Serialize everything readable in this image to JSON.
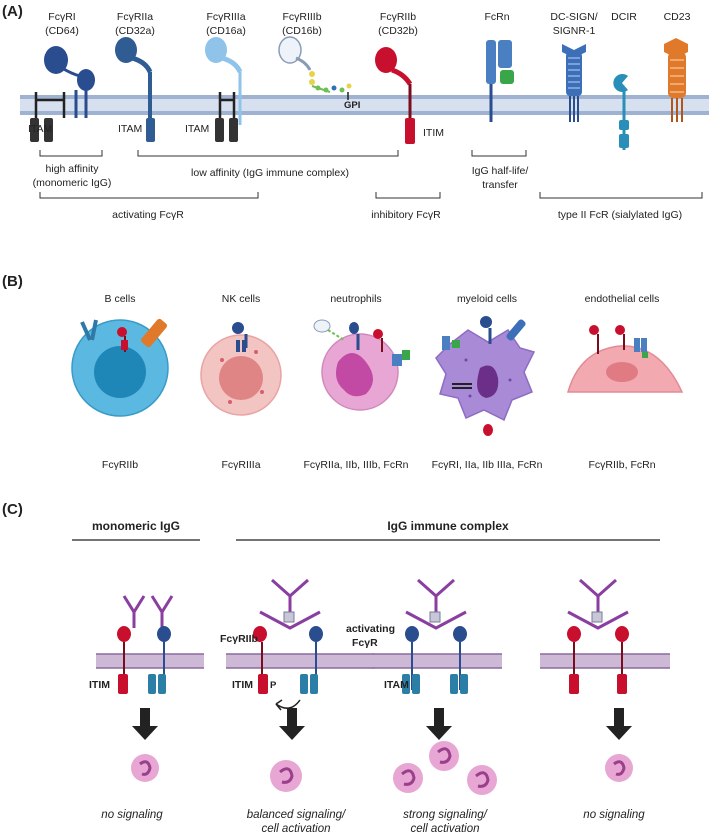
{
  "panels": {
    "a": "(A)",
    "b": "(B)",
    "c": "(C)"
  },
  "receptors": [
    {
      "name": "FcγRI",
      "alias": "(CD64)"
    },
    {
      "name": "FcγRIIa",
      "alias": "(CD32a)"
    },
    {
      "name": "FcγRIIIa",
      "alias": "(CD16a)"
    },
    {
      "name": "FcγRIIIb",
      "alias": "(CD16b)"
    },
    {
      "name": "FcγRIIb",
      "alias": "(CD32b)"
    },
    {
      "name": "FcRn",
      "alias": ""
    },
    {
      "name": "DC-SIGN/",
      "alias": "SIGNR-1"
    },
    {
      "name": "DCIR",
      "alias": ""
    },
    {
      "name": "CD23",
      "alias": ""
    }
  ],
  "motifs": {
    "itam": "ITAM",
    "itim": "ITIM",
    "gpi": "GPI"
  },
  "groups": {
    "high_affinity": [
      "high affinity",
      "(monomeric IgG)"
    ],
    "low_affinity": "low affinity (IgG immune complex)",
    "activating": "activating FcγR",
    "inhibitory": "inhibitory FcγR",
    "half_life": [
      "IgG half-life/",
      "transfer"
    ],
    "type2": "type II FcR (sialylated IgG)"
  },
  "cells": [
    {
      "title": "B cells",
      "receptors": "FcγRIIb"
    },
    {
      "title": "NK cells",
      "receptors": "FcγRIIIa"
    },
    {
      "title": "neutrophils",
      "receptors": "FcγRIIa, IIb, IIIb, FcRn"
    },
    {
      "title": "myeloid cells",
      "receptors": "FcγRI, IIa, IIb IIIa, FcRn"
    },
    {
      "title": "endothelial cells",
      "receptors": "FcγRIIb, FcRn"
    }
  ],
  "panel_c": {
    "monomeric": "monomeric IgG",
    "immune_complex": "IgG immune complex",
    "fcgr2b": "FcγRIIb",
    "activating": [
      "activating",
      "FcγR"
    ],
    "itim": "ITIM",
    "itam": "ITAM",
    "phospho": "P",
    "outcomes": [
      [
        "no signaling",
        ""
      ],
      [
        "balanced signaling/",
        "cell activation"
      ],
      [
        "strong signaling/",
        "cell activation"
      ],
      [
        "no signaling",
        ""
      ]
    ]
  },
  "colors": {
    "fcgr1": "#2a4d8f",
    "fcgr2a": "#2f5c92",
    "fcgr3a": "#8fc3ea",
    "fcgr3b": "#c7d6ea",
    "fcgr2b": "#c8102e",
    "fcrn": "#4a7fc1",
    "green": "#3aa64a",
    "dcsign": "#3d6fb8",
    "dcir": "#2a8fb8",
    "cd23": "#e07a2a",
    "membrane": "#b7c5dc",
    "cell_bcell": "#5bb8e0",
    "cell_pink": "#f2a9b0",
    "cell_neut": "#e7a6d3",
    "cell_myeloid": "#a98ad6",
    "teal": "#2b7fa6",
    "purple": "#6b2f8a"
  }
}
